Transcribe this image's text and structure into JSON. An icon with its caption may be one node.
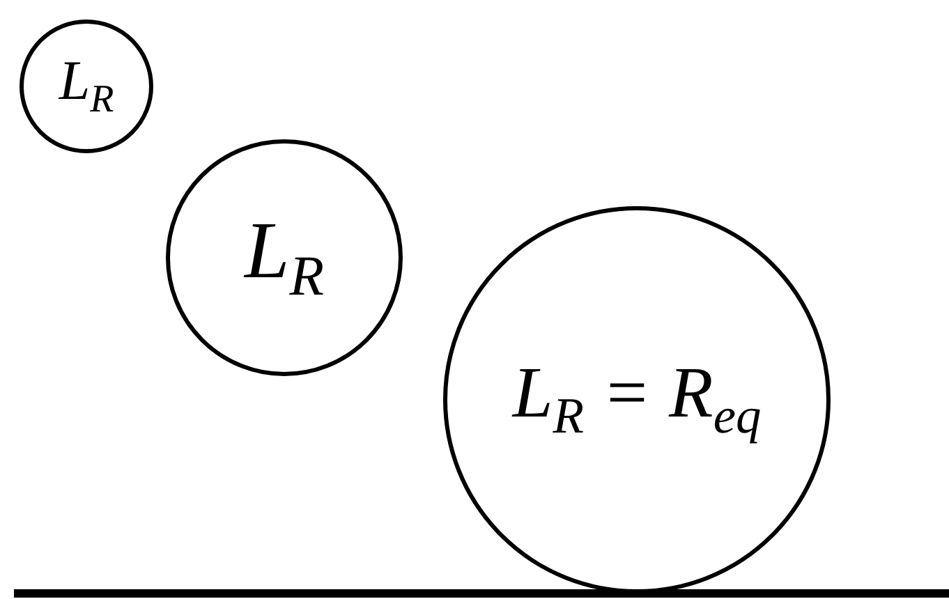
{
  "diagram": {
    "nodes": [
      {
        "text": [
          "L$_{R}$"
        ]
      },
      {
        "text": [
          "L$_{R}$"
        ]
      },
      {
        "text": [
          "L$_{R}$ = R$_{eq}$"
        ]
      }
    ]
  }
}
